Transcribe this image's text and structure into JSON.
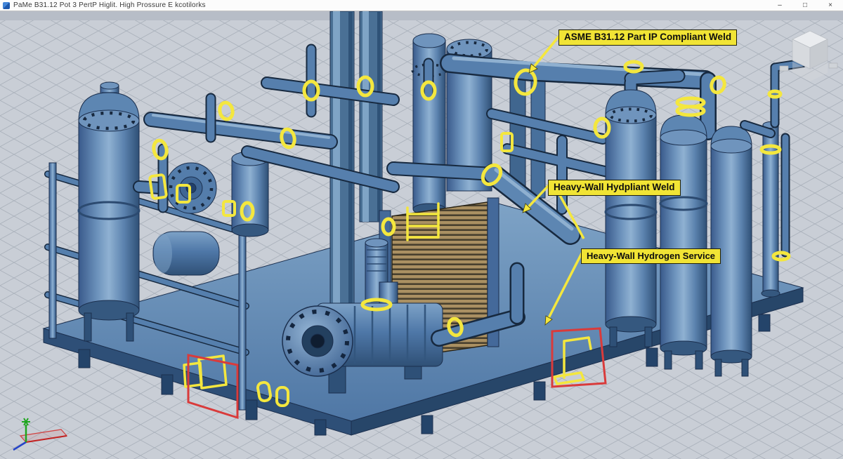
{
  "window": {
    "title": "PaMe B31.12 Pot 3 PertP Higlit. High Prossure E kcotilorks",
    "controls": {
      "minimize": "–",
      "maximize": "□",
      "close": "×"
    }
  },
  "viewport": {
    "annotations": [
      {
        "text": "ASME B31.12 Part IP Compliant Weld"
      },
      {
        "text": "Heavy-Wall Hydpliant Weld"
      },
      {
        "text": "Heavy-Wall Hydrogen Service"
      }
    ],
    "colors": {
      "canvas_background": "#c9ced6",
      "grid_line": "#aab1bb",
      "model_steel_blue": "#4f78a8",
      "model_outline": "#1b2f4e",
      "weld_highlight_yellow": "#f4e73e",
      "annotation_label_yellow": "#f1e435",
      "inspection_box_red": "#d93b3b",
      "axis_x_red": "#c22222",
      "axis_up_green": "#1fa51f",
      "axis_z_blue": "#2543c9"
    }
  }
}
